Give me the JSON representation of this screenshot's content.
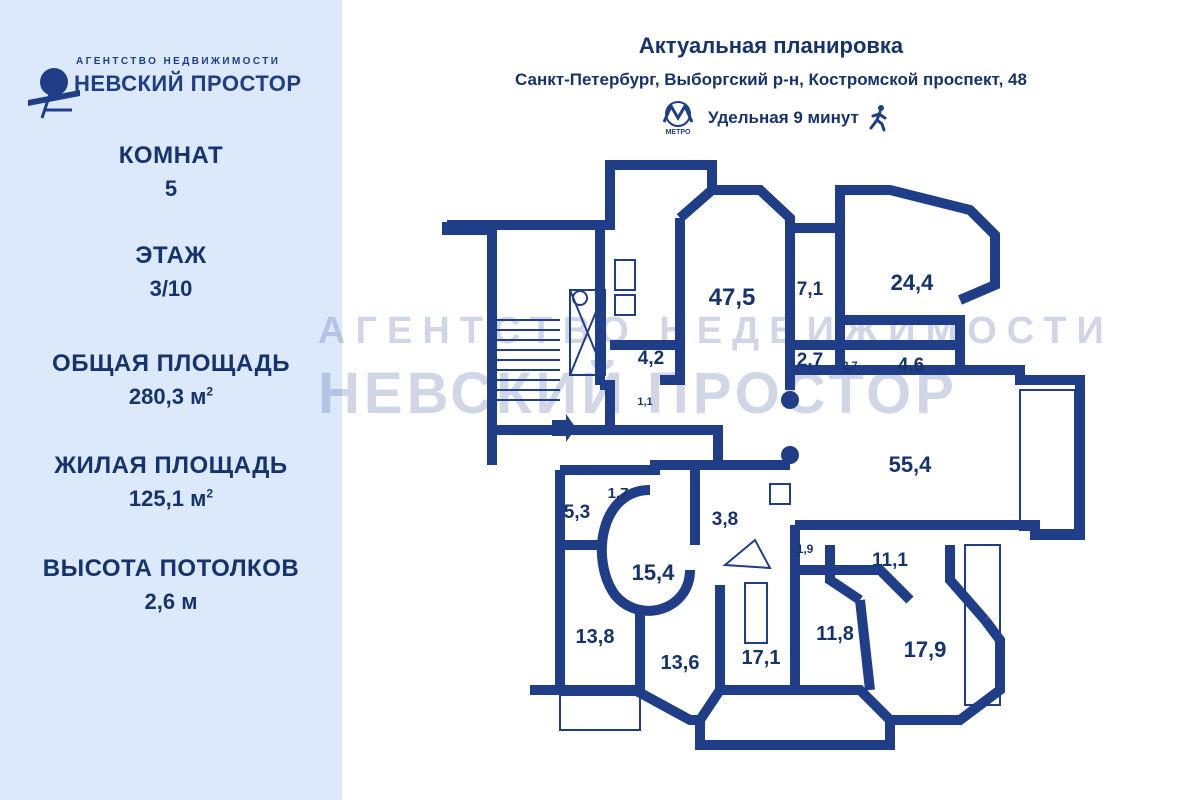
{
  "agency": {
    "subtitle": "АГЕНТСТВО НЕДВИЖИМОСТИ",
    "name": "НЕВСКИЙ ПРОСТОР",
    "brand_color": "#1f3e87"
  },
  "stats": [
    {
      "label": "КОМНАТ",
      "value": "5"
    },
    {
      "label": "ЭТАЖ",
      "value": "3/10"
    },
    {
      "label": "ОБЩАЯ ПЛОЩАДЬ",
      "value": "280,3  м",
      "sup": "2"
    },
    {
      "label": "ЖИЛАЯ ПЛОЩАДЬ",
      "value": "125,1 м",
      "sup": "2"
    },
    {
      "label": "ВЫСОТА ПОТОЛКОВ",
      "value": "2,6 м"
    }
  ],
  "header": {
    "title": "Актуальная планировка",
    "address": "Санкт-Петербург, Выборгский р-н, Костромской проспект, 48",
    "metro_logo_text": "МЕТРО",
    "metro": "Удельная 9 минут",
    "walk_icon": "walking-person-icon"
  },
  "watermark": {
    "line1": "АГЕНТСТВО НЕДВИЖИМОСТИ",
    "line2": "НЕВСКИЙ ПРОСТОР"
  },
  "rooms": [
    {
      "area": "47,5"
    },
    {
      "area": "24,4"
    },
    {
      "area": "7,1"
    },
    {
      "area": "2,7"
    },
    {
      "area": "2,7"
    },
    {
      "area": "4,6"
    },
    {
      "area": "4,2"
    },
    {
      "area": "1,1"
    },
    {
      "area": "55,4"
    },
    {
      "area": "5,3"
    },
    {
      "area": "1,7"
    },
    {
      "area": "15,4"
    },
    {
      "area": "3,8"
    },
    {
      "area": "1,9"
    },
    {
      "area": "11,1"
    },
    {
      "area": "13,8"
    },
    {
      "area": "13,6"
    },
    {
      "area": "17,1"
    },
    {
      "area": "11,8"
    },
    {
      "area": "17,9"
    }
  ],
  "colors": {
    "wall": "#1f3e87",
    "sidebar": "#dce9fb",
    "text": "#16336e"
  }
}
